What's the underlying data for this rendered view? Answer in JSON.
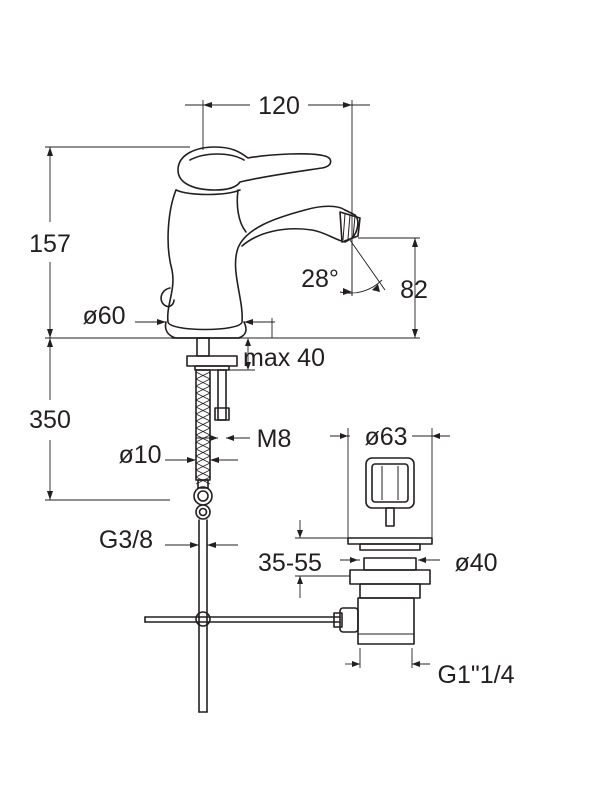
{
  "dimensions": {
    "width_top": "120",
    "height_total": "157",
    "base_diameter": "ø60",
    "spout_angle": "28°",
    "spout_height": "82",
    "max_thickness": "max 40",
    "hose_length": "350",
    "stud_thread": "M8",
    "hose_diameter": "ø10",
    "connection_thread": "G3/8",
    "waste_diameter_top": "ø63",
    "waste_range": "35-55",
    "waste_diameter_body": "ø40",
    "waste_thread": "G1\"1/4"
  }
}
